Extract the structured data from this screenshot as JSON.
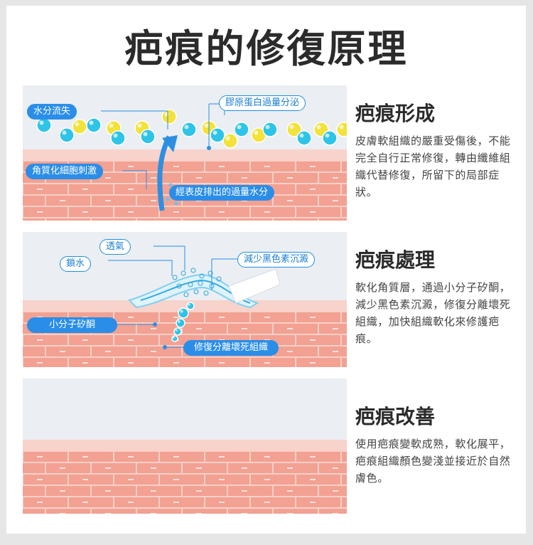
{
  "title": "疤痕的修復原理",
  "sections": [
    {
      "heading": "疤痕形成",
      "body": "皮膚軟組織的嚴重受傷後，不能完全自行正常修復，轉由纖維組織代替修復，所留下的局部症狀。",
      "labels": {
        "water_loss": "水分流失",
        "collagen": "膠原蛋白過量分泌",
        "keratinocyte": "角質化細胞刺激",
        "transepidermal": "經表皮排出的過量水分"
      }
    },
    {
      "heading": "疤痕處理",
      "body": "軟化角質層，通過小分子矽酮，減少黑色素沉澱，修復分離壞死組織，加快組織軟化來修護疤痕。",
      "labels": {
        "breathable": "透氣",
        "moisture": "鎖水",
        "melanin": "減少黑色素沉澱",
        "silicone": "小分子矽酮",
        "repair": "修復分離壞死組織"
      }
    },
    {
      "heading": "疤痕改善",
      "body": "使用疤痕變軟成熟，軟化展平，疤痕組織顏色變淺並接近於自然膚色。",
      "labels": {}
    }
  ],
  "colors": {
    "accent_blue": "#2a8ee8",
    "skin": "#f2a192",
    "skin_line": "#f8d0c8",
    "bubble_cyan": "#2ec4e8",
    "bubble_yellow": "#f2e23a"
  }
}
